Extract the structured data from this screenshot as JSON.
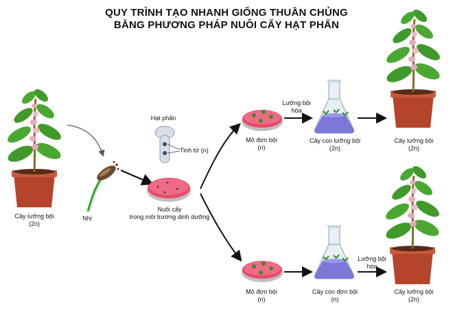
{
  "title": {
    "line1": "QUY TRÌNH TẠO NHANH GIỐNG THUẦN CHỦNG",
    "line2": "BẰNG PHƯƠNG PHÁP NUÔI CẤY HẠT PHẤN"
  },
  "labels": {
    "plant_left_1": "Cây lưỡng bội",
    "plant_left_2": "(2n)",
    "stamen": "Nhị",
    "pollen": "Hạt phấn",
    "sperm": "Tinh tử (n)",
    "culture_1": "Nuôi cấy",
    "culture_2": "trong môi trường dinh dưỡng",
    "tissue_top_1": "Mô đơn bội",
    "tissue_top_2": "(n)",
    "diploid_top_1": "Lưỡng bội",
    "diploid_top_2": "hóa",
    "flask_top_1": "Cây con lưỡng bội",
    "flask_top_2": "(2n)",
    "plant_top_1": "Cây lưỡng bội",
    "plant_top_2": "(2n)",
    "tissue_bot_1": "Mô đơn bội",
    "tissue_bot_2": "(n)",
    "flask_bot_1": "Cây con đơn bội",
    "flask_bot_2": "(n)",
    "diploid_bot_1": "Lưỡng bội",
    "diploid_bot_2": "hóa",
    "plant_bot_1": "Cây lưỡng bội",
    "plant_bot_2": "(2n)"
  },
  "colors": {
    "pot": "#b5452a",
    "leaf": "#3f9a2a",
    "flower": "#e9a8bf",
    "dish_medium": "#e84a6a",
    "flask_liquid": "#7b78d8",
    "arrow": "#111111"
  }
}
